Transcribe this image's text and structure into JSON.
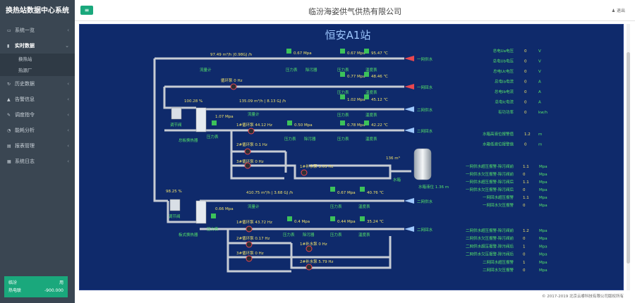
{
  "app": {
    "brand": "换热站数据中心系统",
    "company": "临汾海姿供气供热有限公司",
    "logout": "退出",
    "menu_icon": "≡",
    "footer": "© 2017-2019 北京云睿科技有限公司版权所有"
  },
  "sidebar": {
    "items": [
      {
        "label": "系统一览",
        "icon": "▭"
      },
      {
        "label": "实时数据",
        "icon": "▮"
      },
      {
        "label": "历史数据",
        "icon": "↻"
      },
      {
        "label": "告警信息",
        "icon": "▲"
      },
      {
        "label": "调度指令",
        "icon": "✎"
      },
      {
        "label": "能耗分析",
        "icon": "◔"
      },
      {
        "label": "报表管理",
        "icon": "▤"
      },
      {
        "label": "系统日志",
        "icon": "▦"
      }
    ],
    "sub_items": [
      {
        "label": "换热站"
      },
      {
        "label": "热源厂"
      }
    ],
    "user": {
      "row1_label": "临汾",
      "row1_value": "用",
      "row2_label": "热电联",
      "row2_value": "-900.000"
    }
  },
  "station": {
    "title": "恒安A1站",
    "labels": {
      "flow1": "97.49 m³/h |0.98GJ /h",
      "flowmeter1": "流量计",
      "p1": "0.67 Mpa",
      "press1": "压力表",
      "dirt1": "除污器",
      "p2": "0.67 Mpa",
      "press2": "压力表",
      "t1": "95.47 ℃",
      "temp1": "温度表",
      "supply1": "一网供水",
      "p3": "0.77 Mpa",
      "press3": "压力表",
      "t2": "48.46 ℃",
      "temp2": "温度表",
      "return1": "一网回水",
      "pump_hz": "循环泵 0 Hz",
      "flow2": "135.09 m³/h | 8.13 GJ /h",
      "flowmeter2": "流量计",
      "p4": "1.02 Mpa",
      "press4": "压力表",
      "t3": "45.12 ℃",
      "temp3": "温度表",
      "supply2": "二网供水",
      "valve1": "100.28 %",
      "valve1_name": "调节阀",
      "ex1_p": "1.07 Mpa",
      "ex1": "总板换热器",
      "pump1_1": "1#循环泵 44.12 Hz",
      "p5": "0.50 Mpa",
      "press5": "压力表",
      "dirt2": "除污器",
      "p6": "0.78 Mpa",
      "press6": "压力表",
      "t4": "42.22 ℃",
      "temp4": "温度表",
      "return2": "二网回水",
      "pump1_2": "2#循环泵 0.1 Hz",
      "pump1_3": "3#循环泵 0 Hz",
      "pump1_4": "1#补水泵 3.03 Hz",
      "tank_top": "136 m³",
      "tank_water": "水箱",
      "tank_level": "水箱液位 1.36 m",
      "valve2": "98.25 %",
      "valve2_name": "调节阀",
      "flow3": "410.75 m³/h | 3.68 GJ /h",
      "flowmeter3": "流量计",
      "p7": "0.67 Mpa",
      "press7": "压力表",
      "t5": "40.76 ℃",
      "temp5": "温度表",
      "supply3": "二网供水",
      "ex2_p": "0.66 Mpa",
      "ex2": "板式换热器",
      "press8": "压力表",
      "pump2_1": "1#循环泵 43.72 Hz",
      "p9": "0.4 Mpa",
      "press9": "压力表",
      "dirt3": "除污器",
      "p10": "0.44 Mpa",
      "press10": "压力表",
      "t6": "35.24 ℃",
      "temp6": "温度表",
      "return3": "二网回水",
      "pump2_2": "2#循环泵 0.17 Hz",
      "pump2_3": "3#循环泵 0 Hz",
      "pump2_4": "1#补水泵 0 Hz",
      "pump2_5": "2#补水泵 5.79 Hz"
    },
    "metrics1": [
      {
        "name": "总电Ua电压",
        "value": "0",
        "unit": "V"
      },
      {
        "name": "总电Ub电压",
        "value": "0",
        "unit": "V"
      },
      {
        "name": "总电Uc电压",
        "value": "0",
        "unit": "V"
      },
      {
        "name": "总电Ia电流",
        "value": "0",
        "unit": "A"
      },
      {
        "name": "总电Ib电流",
        "value": "0",
        "unit": "A"
      },
      {
        "name": "总电Ic电流",
        "value": "0",
        "unit": "A"
      },
      {
        "name": "有功功率",
        "value": "0",
        "unit": "kw/h"
      }
    ],
    "metrics2": [
      {
        "name": "水箱高液位报警值",
        "value": "1.2",
        "unit": "m"
      },
      {
        "name": "水箱低液位报警值",
        "value": "0",
        "unit": "m"
      }
    ],
    "metrics3": [
      {
        "name": "一网供水超压报警-除污阀前",
        "value": "1.1",
        "unit": "Mpa"
      },
      {
        "name": "一网供水欠压报警-除污阀前",
        "value": "0",
        "unit": "Mpa"
      },
      {
        "name": "一网供水超压报警-除污阀后",
        "value": "1.1",
        "unit": "Mpa"
      },
      {
        "name": "一网供水欠压报警-除污阀后",
        "value": "0",
        "unit": "Mpa"
      },
      {
        "name": "一网回水超压报警",
        "value": "1.1",
        "unit": "Mpa"
      },
      {
        "name": "一网回水欠压报警",
        "value": "0",
        "unit": "Mpa"
      }
    ],
    "metrics4": [
      {
        "name": "二网供水超压报警-除污阀前",
        "value": "1.2",
        "unit": "Mpa"
      },
      {
        "name": "二网供水欠压报警-除污阀前",
        "value": "0",
        "unit": "Mpa"
      },
      {
        "name": "二网供水超压报警-除污阀后",
        "value": "1",
        "unit": "Mpa"
      },
      {
        "name": "二网供水欠压报警-除污阀后",
        "value": "0",
        "unit": "Mpa"
      },
      {
        "name": "二网回水超压报警",
        "value": "1",
        "unit": "Mpa"
      },
      {
        "name": "二网回水欠压报警",
        "value": "0",
        "unit": "Mpa"
      }
    ]
  },
  "colors": {
    "accent": "#1aa87c",
    "panel": "#0f2a6b",
    "label_green": "#55e36a",
    "value_yellow": "#f2e26a",
    "pipe": "#c7ccd4",
    "red_arrow": "#e8474f",
    "blue_arrow": "#9ec8ff"
  }
}
